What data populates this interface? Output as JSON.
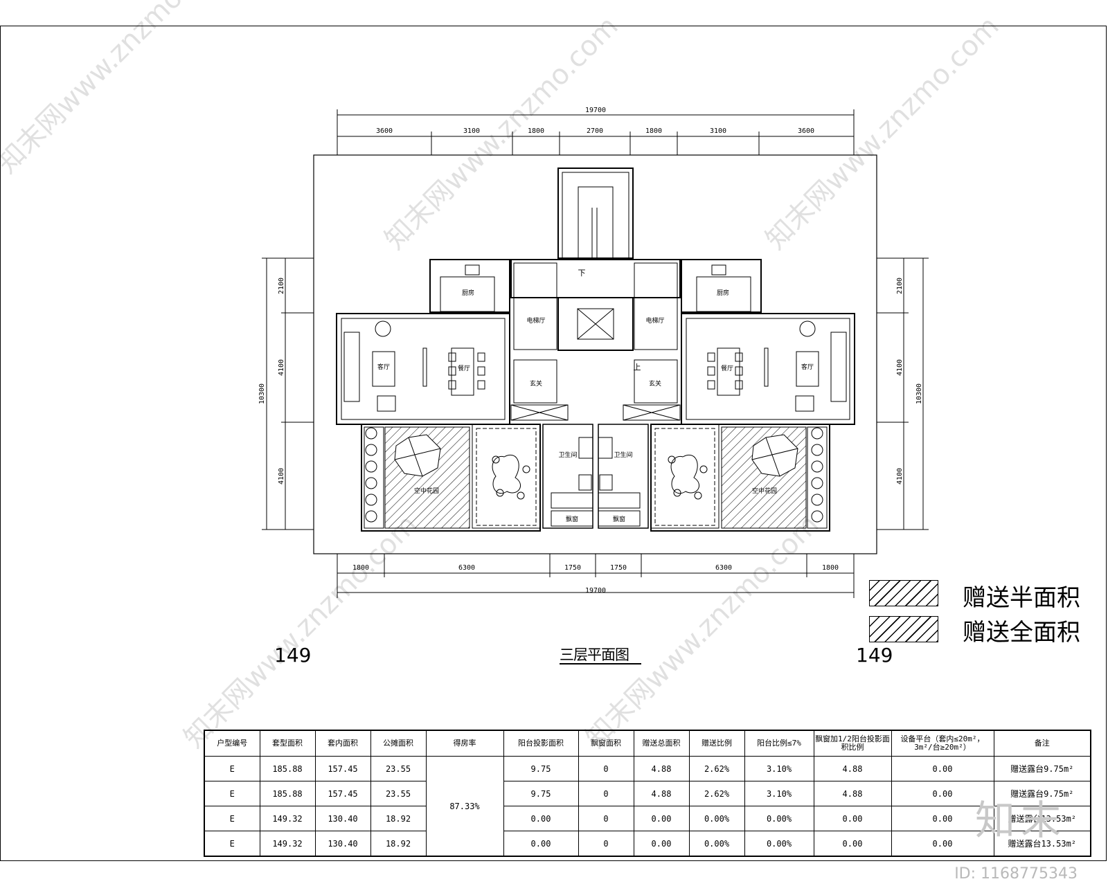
{
  "drawing": {
    "title": "三层平面图",
    "unit_left": "149",
    "unit_right": "149",
    "dims_top_total": "19700",
    "dims_top": [
      "3600",
      "3100",
      "1800",
      "2700",
      "1800",
      "3100",
      "3600"
    ],
    "dims_bottom": [
      "1800",
      "6300",
      "1750",
      "1750",
      "6300",
      "1800"
    ],
    "dims_bottom_total": "19700",
    "dims_left": [
      "2100",
      "4100",
      "4100"
    ],
    "dims_left_total": "10300",
    "dims_right": [
      "2100",
      "4100",
      "4100"
    ],
    "dims_right_total": "10300",
    "rooms": {
      "kitchen": "厨房",
      "living": "客厅",
      "dining": "餐厅",
      "elevator_hall": "电梯厅",
      "foyer": "玄关",
      "bathroom": "卫生间",
      "garden": "空中花园",
      "bay_window": "飘窗",
      "stair_down": "下",
      "stair_up": "上"
    }
  },
  "legend": [
    {
      "label": "赠送半面积"
    },
    {
      "label": "赠送全面积"
    }
  ],
  "table": {
    "headers": [
      "户型编号",
      "套型面积",
      "套内面积",
      "公摊面积",
      "得房率",
      "阳台投影面积",
      "飘窗面积",
      "赠送总面积",
      "赠送比例",
      "阳台比例≤7%",
      "飘窗加1/2阳台投影面积比例",
      "设备平台（套内≤20m²，3m²/台≥20m²）",
      "备注"
    ],
    "rows": [
      [
        "E",
        "185.88",
        "157.45",
        "23.55",
        "9.75",
        "0",
        "4.88",
        "2.62%",
        "3.10%",
        "4.88",
        "0.00",
        "赠送露台9.75m²"
      ],
      [
        "E",
        "185.88",
        "157.45",
        "23.55",
        "9.75",
        "0",
        "4.88",
        "2.62%",
        "3.10%",
        "4.88",
        "0.00",
        "赠送露台9.75m²"
      ],
      [
        "E",
        "149.32",
        "130.40",
        "18.92",
        "0.00",
        "0",
        "0.00",
        "0.00%",
        "0.00%",
        "0.00",
        "0.00",
        "赠送露台13.53m²"
      ],
      [
        "E",
        "149.32",
        "130.40",
        "18.92",
        "0.00",
        "0",
        "0.00",
        "0.00%",
        "0.00%",
        "0.00",
        "0.00",
        "赠送露台13.53m²"
      ]
    ],
    "efficiency": "87.33%"
  },
  "watermark": {
    "text": "知末网www.znzmo.com",
    "id": "ID: 1168775343",
    "logo": "知末"
  }
}
